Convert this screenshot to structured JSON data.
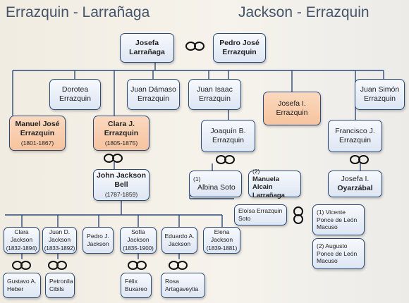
{
  "titles": {
    "left": "Errazquin - Larrañaga",
    "right": "Jackson - Errazquin"
  },
  "people": {
    "josefa_larranaga": {
      "name": "Josefa Larrañaga"
    },
    "pedro_jose": {
      "name": "Pedro José Errazquin"
    },
    "dorotea": {
      "name": "Dorotea Errazquin"
    },
    "juan_damaso": {
      "name": "Juan Dámaso Errazquin"
    },
    "juan_isaac": {
      "name": "Juan Isaac Errazquin"
    },
    "josefa_i_errazquin": {
      "name": "Josefa I. Errazquin"
    },
    "juan_simon": {
      "name": "Juan Simón Errazquin"
    },
    "manuel_jose": {
      "name": "Manuel José Errazquin",
      "dates": "(1801-1867)"
    },
    "clara_j": {
      "name": "Clara J. Errazquin",
      "dates": "(1805-1875)"
    },
    "joaquin_b": {
      "name": "Joaquín B. Errazquin"
    },
    "francisco_j": {
      "name": "Francisco J. Errazquin"
    },
    "albina_soto": {
      "prefix": "(1)",
      "name": "Albina Soto"
    },
    "manuela_alcain": {
      "prefix": "(2)",
      "name": "Manuela Alcain Larrañaga"
    },
    "josefa_i_oyarzabal": {
      "name1": "Josefa I.",
      "name2": "Oyarzábal"
    },
    "john_jackson": {
      "name": "John Jackson Bell",
      "dates": "(1787-1859)"
    },
    "eloisa": {
      "name": "Eloísa Errazquin Soto"
    },
    "vicente": {
      "name": "(1) Vicente Ponce de León Macuso"
    },
    "augusto": {
      "name": "(2) Augusto Ponce de León Macuso"
    },
    "clara_jackson": {
      "name": "Clara Jackson",
      "dates": "(1832-1894)"
    },
    "juan_d": {
      "name": "Juan D. Jackson",
      "dates": "(1833-1892)"
    },
    "pedro_j": {
      "name": "Pedro J. Jackson"
    },
    "sofia": {
      "name": "Sofía Jackson",
      "dates": "(1835-1900)"
    },
    "eduardo": {
      "name": "Eduardo A. Jackson"
    },
    "elena": {
      "name": "Elena Jackson",
      "dates": "(1839-1881)"
    },
    "gustavo": {
      "name": "Gustavo A. Heber"
    },
    "petronila": {
      "name": "Petronila Cibils"
    },
    "felix": {
      "name": "Félix Buxareo"
    },
    "rosa": {
      "name": "Rosa Artagaveytia"
    }
  },
  "colors": {
    "line": "#2c4a78",
    "box_blue": "#dde6f3",
    "box_peach": "#f6c39e",
    "title": "#44546a"
  },
  "icons": {
    "marriage": "interlocking-rings-icon"
  }
}
